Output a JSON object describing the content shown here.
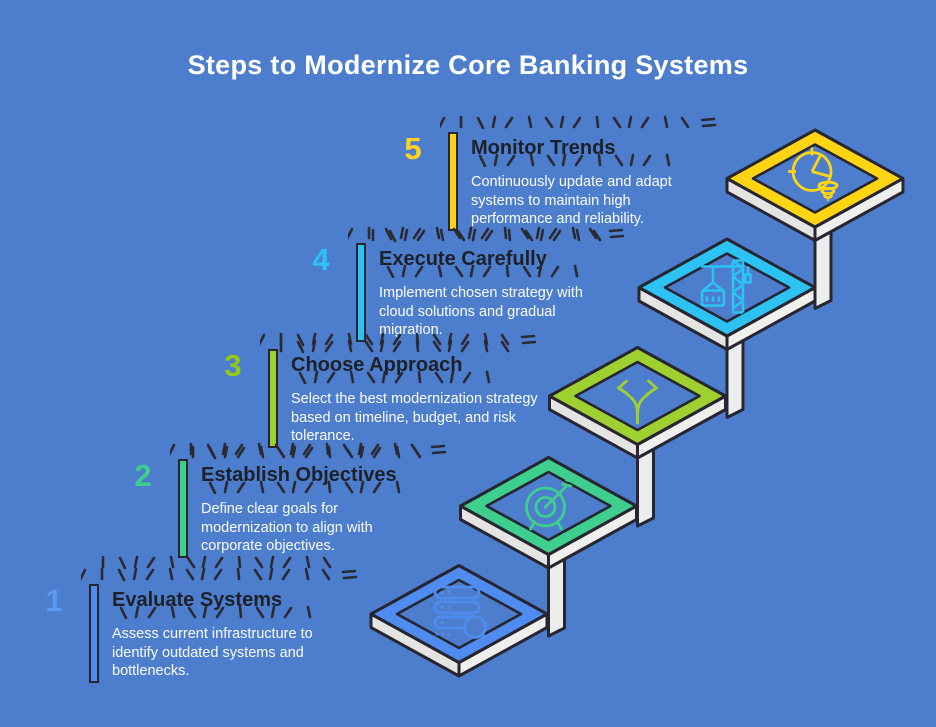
{
  "title": "Steps to Modernize Core Banking Systems",
  "colors": {
    "background": "#4d7ecd",
    "platform_white": "#eceded",
    "outline": "#262530",
    "main_title_text": "#ffffff",
    "step_title_text": "#1e2029",
    "description_text": "#fbfcfd"
  },
  "steps": [
    {
      "number": "1",
      "title": "Evaluate Systems",
      "description": "Assess current infrastructure to identify outdated systems and bottlenecks.",
      "color": "#4f8cf0",
      "number_color": "#5c99f0",
      "icon": "server-search-icon"
    },
    {
      "number": "2",
      "title": "Establish Objectives",
      "description": "Define clear goals for modernization to align with corporate objectives.",
      "color": "#3ecf8e",
      "number_color": "#3ecf8e",
      "icon": "target-arrow-icon"
    },
    {
      "number": "3",
      "title": "Choose Approach",
      "description": "Select the best modernization strategy based on timeline, budget, and risk tolerance.",
      "color": "#9ed12f",
      "number_color": "#93c818",
      "icon": "fork-path-icon"
    },
    {
      "number": "4",
      "title": "Execute Carefully",
      "description": "Implement chosen strategy with cloud solutions and gradual migration.",
      "color": "#2cc3f4",
      "number_color": "#2cc3f4",
      "icon": "crane-icon"
    },
    {
      "number": "5",
      "title": "Monitor Trends",
      "description": "Continuously update and adapt systems to maintain high performance and reliability.",
      "color": "#ffd513",
      "number_color": "#ffd41a",
      "icon": "trends-monitor-icon"
    }
  ]
}
